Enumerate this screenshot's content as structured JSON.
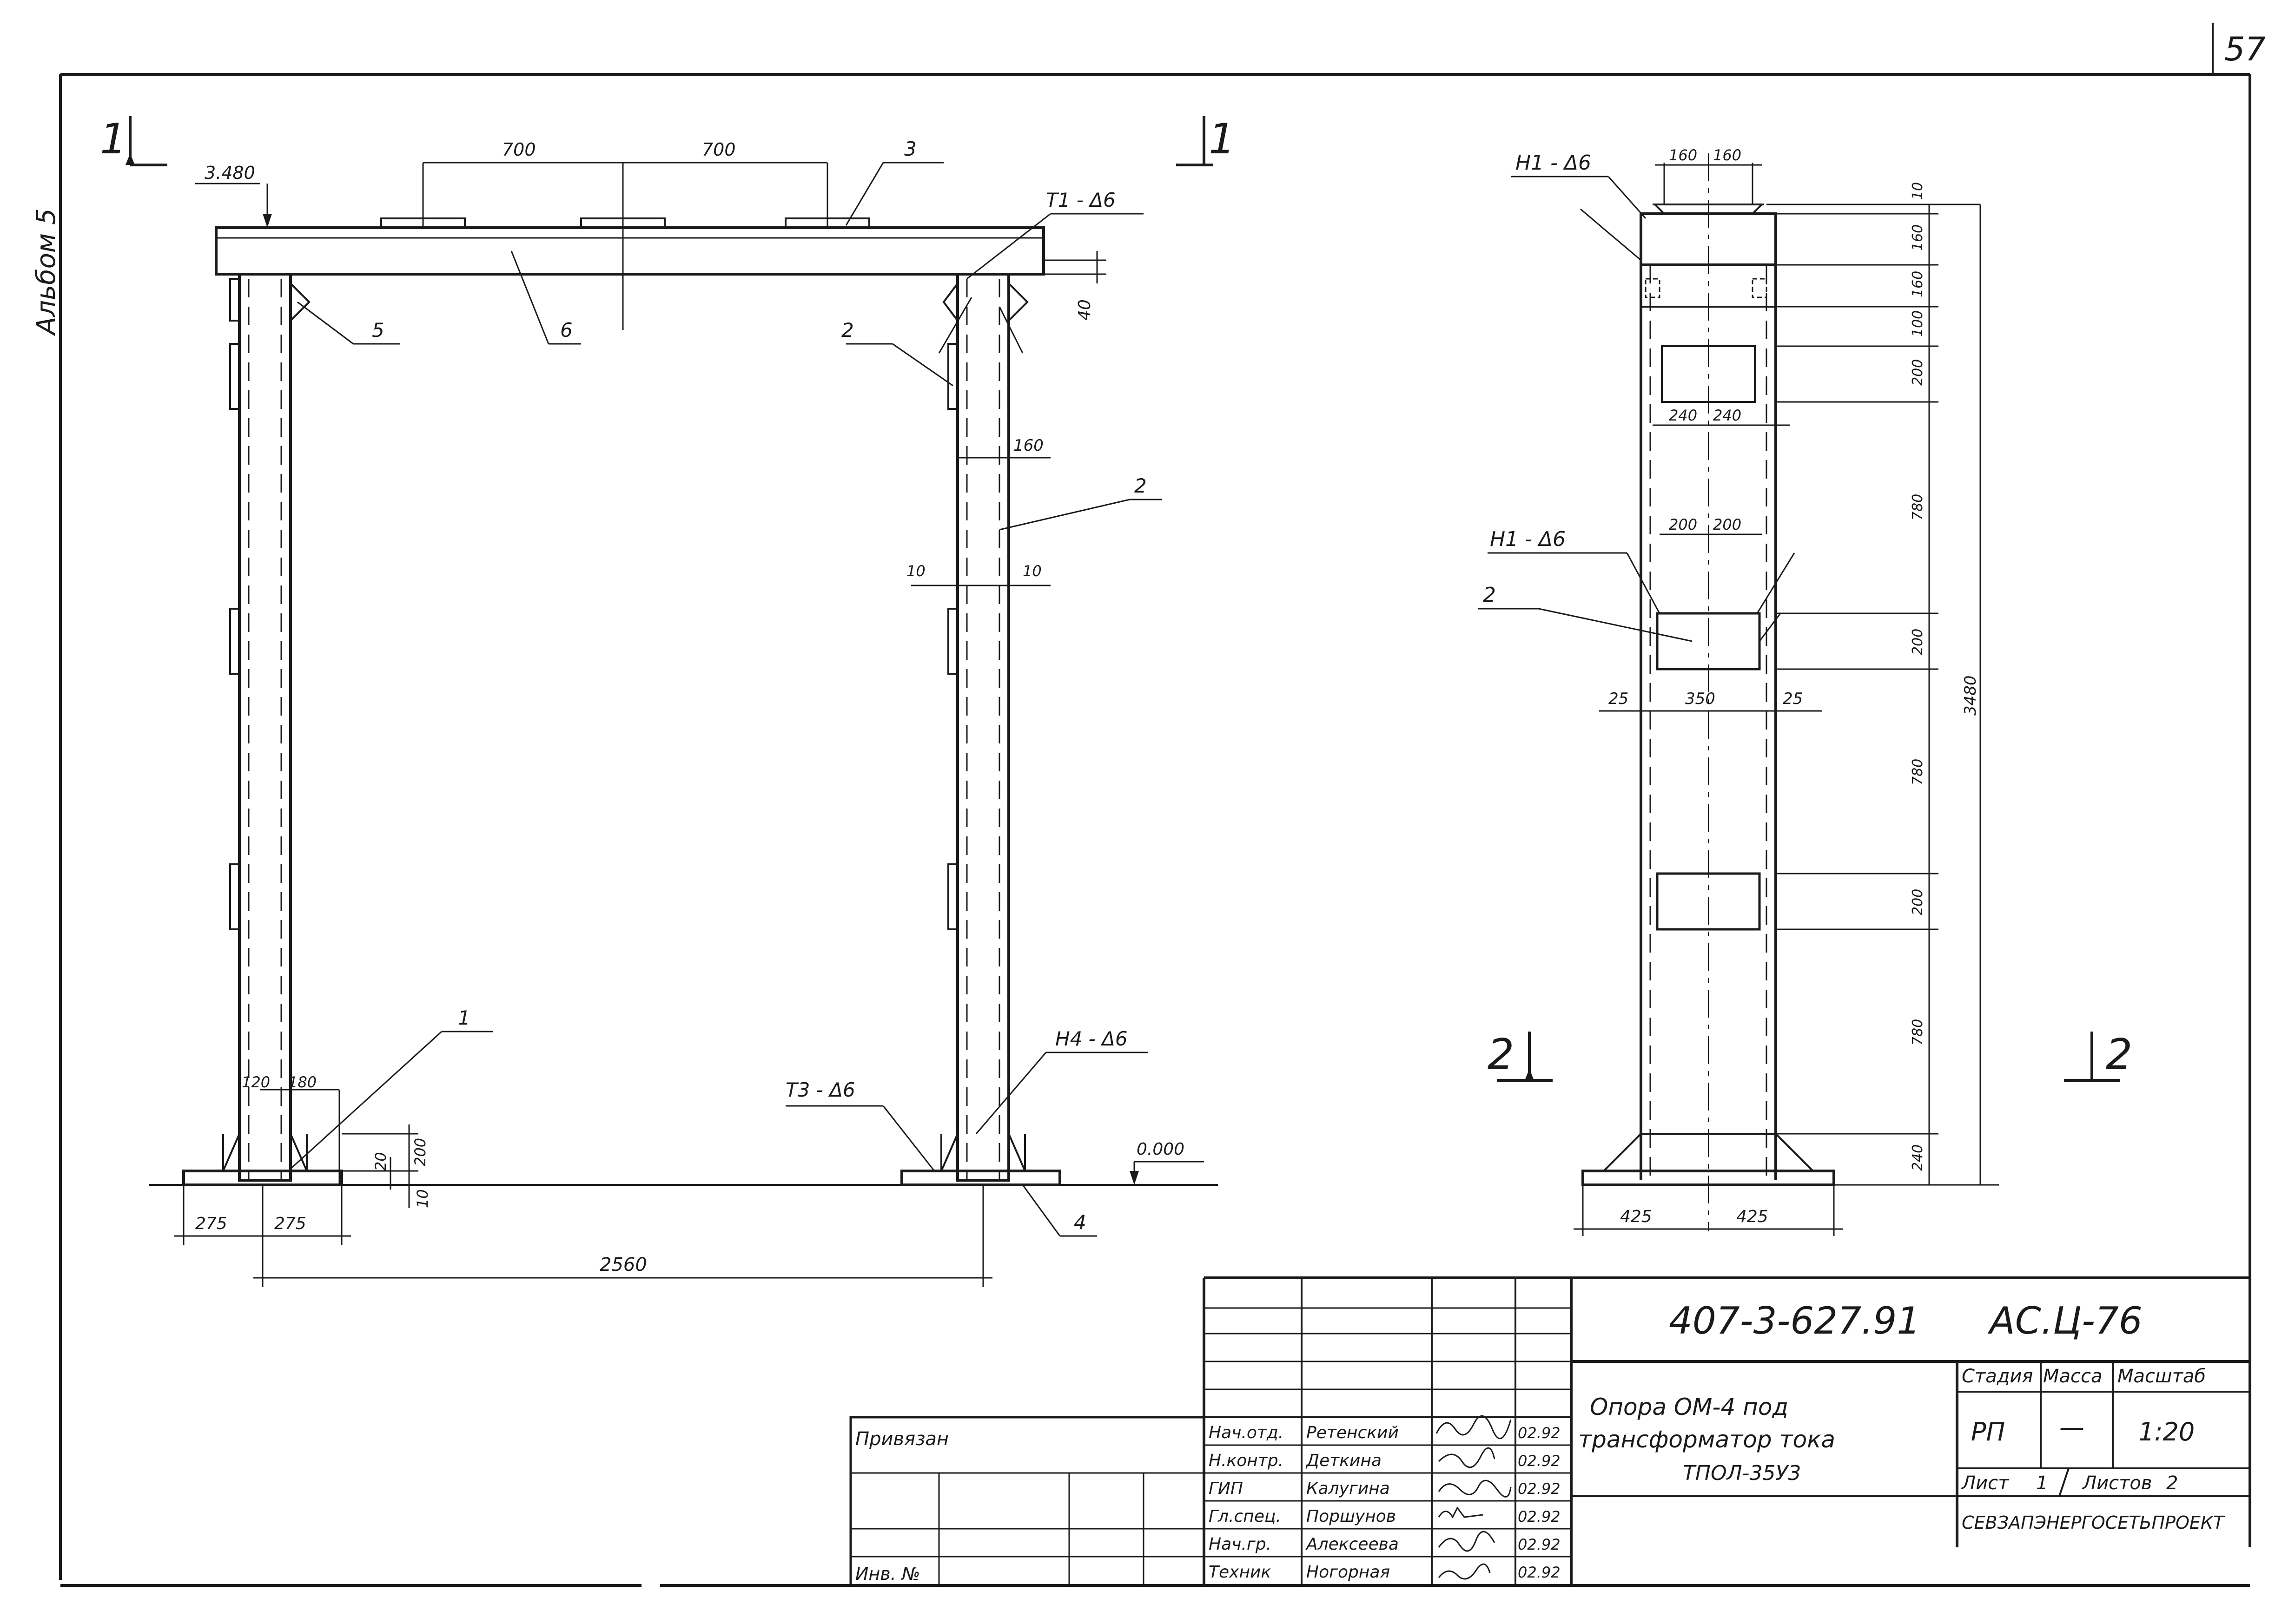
{
  "sheet_number": "57",
  "album_label": "Альбом 5",
  "views": {
    "section_1_left": "1",
    "section_1_right": "1",
    "section_2_left": "2",
    "section_2_right": "2"
  },
  "front_view": {
    "top_elevation": "3.480",
    "dim_700_a": "700",
    "dim_700_b": "700",
    "pos_3": "3",
    "pos_6": "6",
    "pos_5": "5",
    "pos_2": "2",
    "pos_2b": "2",
    "pos_1": "1",
    "pos_4": "4",
    "weld_t1": "Т1 - Δ6",
    "weld_t3": "Т3 - Δ6",
    "weld_h4": "Н4 - Δ6",
    "dim_40": "40",
    "dim_160": "160",
    "dim_10_l": "10",
    "dim_10_r": "10",
    "dim_120": "120",
    "dim_180": "180",
    "dim_20": "20",
    "dim_200": "200",
    "dim_10_b": "10",
    "dim_275_a": "275",
    "dim_275_b": "275",
    "span_2560": "2560",
    "ground_elev": "0.000"
  },
  "side_view": {
    "weld_h1_top": "Н1 - Δ6",
    "weld_h1_mid": "Н1 - Δ6",
    "dim_160_a": "160",
    "dim_160_b": "160",
    "dim_240_a": "240",
    "dim_240_b": "240",
    "dim_200_a": "200",
    "dim_200_b": "200",
    "dim_25_a": "25",
    "dim_350": "350",
    "dim_25_b": "25",
    "pos_2": "2",
    "dim_425_a": "425",
    "dim_425_b": "425",
    "v_10": "10",
    "v_160_a": "160",
    "v_160_b": "160",
    "v_100": "100",
    "v_200_a": "200",
    "v_780_a": "780",
    "v_200_b": "200",
    "v_780_b": "780",
    "v_200_c": "200",
    "v_780_c": "780",
    "v_240": "240",
    "v_total": "3480"
  },
  "title_block": {
    "doc_code": "407-3-627.91",
    "doc_code_suffix": "АС.Ц-76",
    "title_line1": "Опора ОМ-4 под",
    "title_line2": "трансформатор тока",
    "title_line3": "ТПОЛ-35У3",
    "stage_label": "Стадия",
    "mass_label": "Масса",
    "scale_label": "Масштаб",
    "stage_value": "РП",
    "mass_value": "—",
    "scale_value": "1:20",
    "sheet_label": "Лист",
    "sheet_value": "1",
    "sheets_label": "Листов",
    "sheets_value": "2",
    "org": "СЕВЗАПЭНЕРГОСЕТЬПРОЕКТ",
    "privyazan": "Привязан",
    "inv_no": "Инв. №",
    "staff": [
      {
        "role": "Нач.отд.",
        "name": "Ретенский",
        "date": "02.92"
      },
      {
        "role": "Н.контр.",
        "name": "Деткина",
        "date": "02.92"
      },
      {
        "role": "ГИП",
        "name": "Калугина",
        "date": "02.92"
      },
      {
        "role": "Гл.спец.",
        "name": "Поршунов",
        "date": "02.92"
      },
      {
        "role": "Нач.гр.",
        "name": "Алексеева",
        "date": "02.92"
      },
      {
        "role": "Техник",
        "name": "Ногорная",
        "date": "02.92"
      }
    ]
  }
}
